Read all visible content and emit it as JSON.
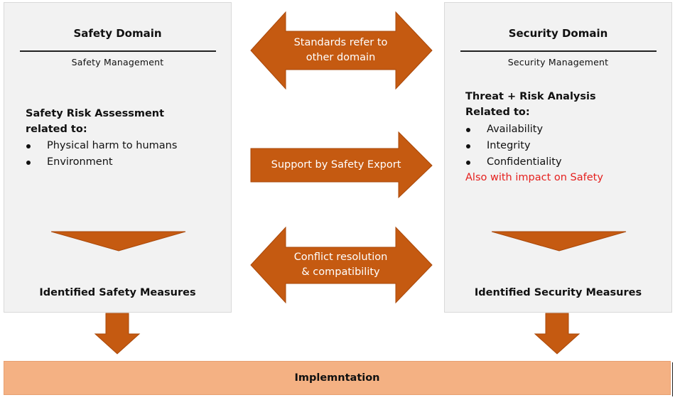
{
  "safety": {
    "title": "Safety Domain",
    "subtitle": "Safety Management",
    "heading_line1": "Safety Risk Assessment",
    "heading_line2": "related to:",
    "bullets": [
      "Physical harm to humans",
      "Environment"
    ],
    "measures": "Identified Safety Measures"
  },
  "security": {
    "title": "Security Domain",
    "subtitle": "Security Management",
    "heading_line1": "Threat + Risk Analysis",
    "heading_line2": "Related to:",
    "bullets": [
      "Availability",
      "Integrity",
      "Confidentiality"
    ],
    "note": "Also with impact on Safety",
    "measures": "Identified Security Measures"
  },
  "arrows": {
    "top_line1": "Standards refer to",
    "top_line2": "other domain",
    "middle": "Support by Safety Export",
    "bottom_line1": "Conflict resolution",
    "bottom_line2": "& compatibility"
  },
  "implementation": "Implemntation",
  "colors": {
    "arrow_fill": "#c55a11",
    "arrow_stroke": "#a9480a",
    "panel_bg": "#f2f2f2",
    "implementation_bg": "#f4b183",
    "note_text": "#e5201e"
  }
}
